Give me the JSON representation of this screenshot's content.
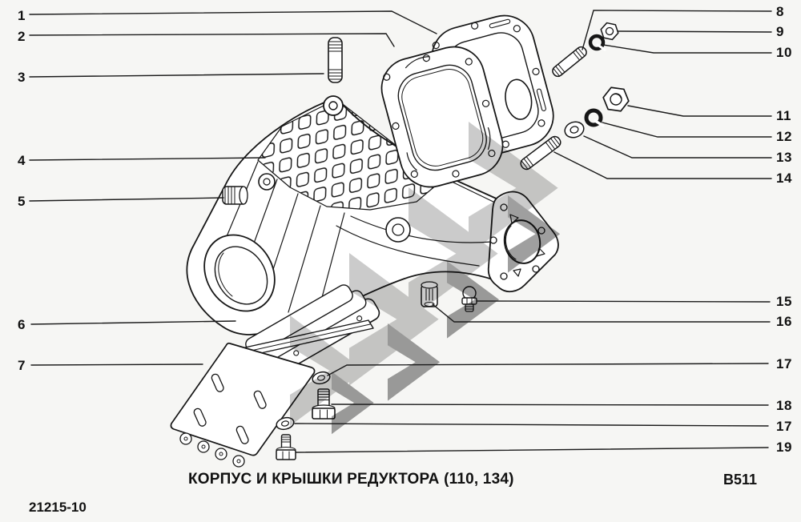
{
  "figure": {
    "caption": "КОРПУС И КРЫШКИ РЕДУКТОРА (110, 134)",
    "sheet_code": "B511",
    "model_code": "21215-10"
  },
  "callouts": {
    "left": [
      {
        "label": "1"
      },
      {
        "label": "2"
      },
      {
        "label": "3"
      },
      {
        "label": "4"
      },
      {
        "label": "5"
      },
      {
        "label": "6"
      },
      {
        "label": "7"
      }
    ],
    "right": [
      {
        "label": "8"
      },
      {
        "label": "9"
      },
      {
        "label": "10"
      },
      {
        "label": "11"
      },
      {
        "label": "12"
      },
      {
        "label": "13"
      },
      {
        "label": "14"
      },
      {
        "label": "15"
      },
      {
        "label": "16"
      },
      {
        "label": "17"
      },
      {
        "label": "18"
      },
      {
        "label": "17"
      },
      {
        "label": "19"
      }
    ]
  },
  "colors": {
    "line": "#161616",
    "paper": "#f6f6f4",
    "watermark_light": "#c2c2c2",
    "watermark_dark": "#8e8e8e"
  }
}
